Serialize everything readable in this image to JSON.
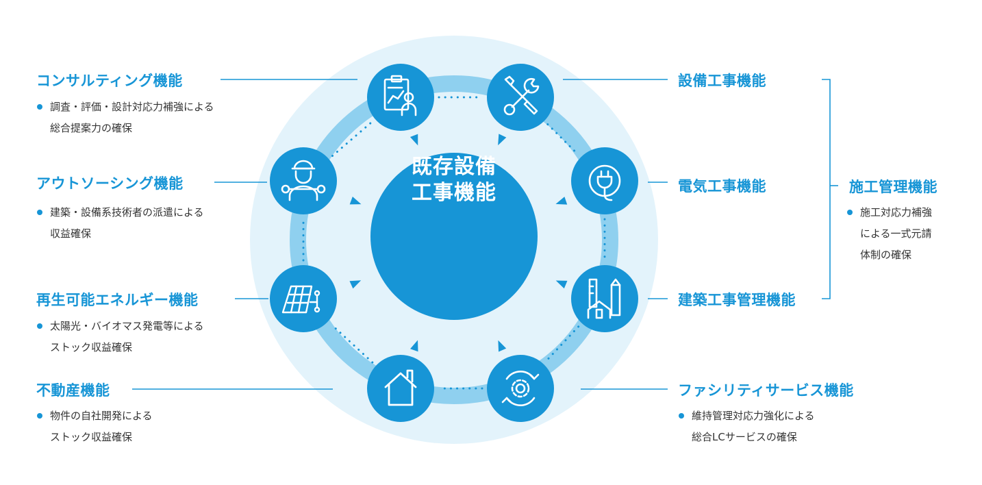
{
  "center": {
    "line1": "既存設備",
    "line2": "工事機能"
  },
  "functions": [
    {
      "title": "コンサルティング機能",
      "bullet_lines": [
        "調査・評価・設計対応力補強による",
        "総合提案力の確保"
      ],
      "icon": "consulting-clipboard-person-icon"
    },
    {
      "title": "アウトソーシング機能",
      "bullet_lines": [
        "建築・設備系技術者の派遣による",
        "収益確保"
      ],
      "icon": "worker-wrench-icon"
    },
    {
      "title": "再生可能エネルギー機能",
      "bullet_lines": [
        "太陽光・バイオマス発電等による",
        "ストック収益確保"
      ],
      "icon": "solar-panel-icon"
    },
    {
      "title": "不動産機能",
      "bullet_lines": [
        "物件の自社開発による",
        "ストック収益確保"
      ],
      "icon": "house-icon"
    },
    {
      "title": "設備工事機能",
      "bullet_lines": [],
      "icon": "wrench-screwdriver-icon"
    },
    {
      "title": "電気工事機能",
      "bullet_lines": [],
      "icon": "power-plug-icon"
    },
    {
      "title": "建築工事管理機能",
      "bullet_lines": [],
      "icon": "building-ruler-pencil-icon"
    },
    {
      "title": "ファシリティサービス機能",
      "bullet_lines": [
        "維持管理対応力強化による",
        "総合LCサービスの確保"
      ],
      "icon": "gear-cycle-icon"
    }
  ],
  "construction_management": {
    "title": "施工管理機能",
    "bullet_lines": [
      "施工対応力補強",
      "による一式元請",
      "体制の確保"
    ]
  },
  "colors": {
    "primary": "#1795d6",
    "ring": "#8fd0ef",
    "halo": "#e3f3fb",
    "text": "#333333"
  }
}
